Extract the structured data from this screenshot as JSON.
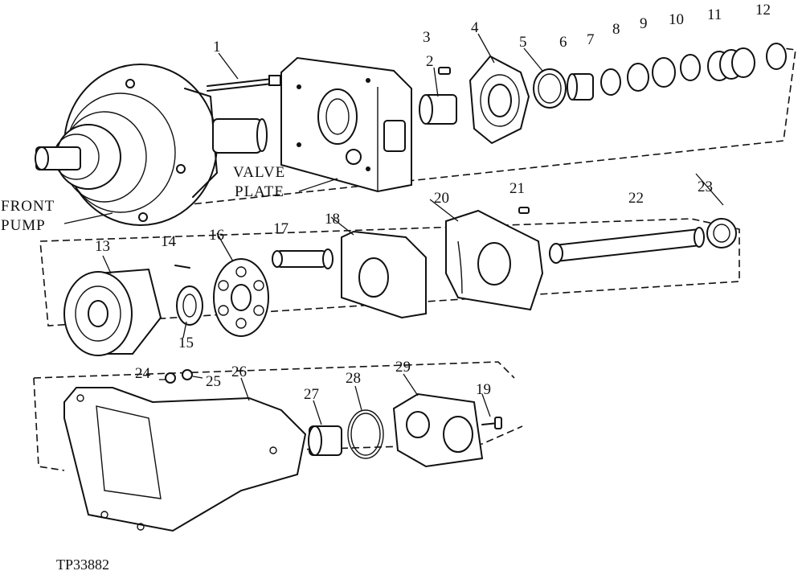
{
  "labels": {
    "front_pump": [
      "FRONT",
      "PUMP"
    ],
    "valve_plate": [
      "VALVE",
      "PLATE"
    ]
  },
  "callouts": [
    "1",
    "2",
    "3",
    "4",
    "5",
    "6",
    "7",
    "8",
    "9",
    "10",
    "11",
    "12",
    "13",
    "14",
    "15",
    "16",
    "17",
    "18",
    "19",
    "20",
    "21",
    "22",
    "23",
    "24",
    "25",
    "26",
    "27",
    "28",
    "29"
  ],
  "figure_id": "TP33882"
}
